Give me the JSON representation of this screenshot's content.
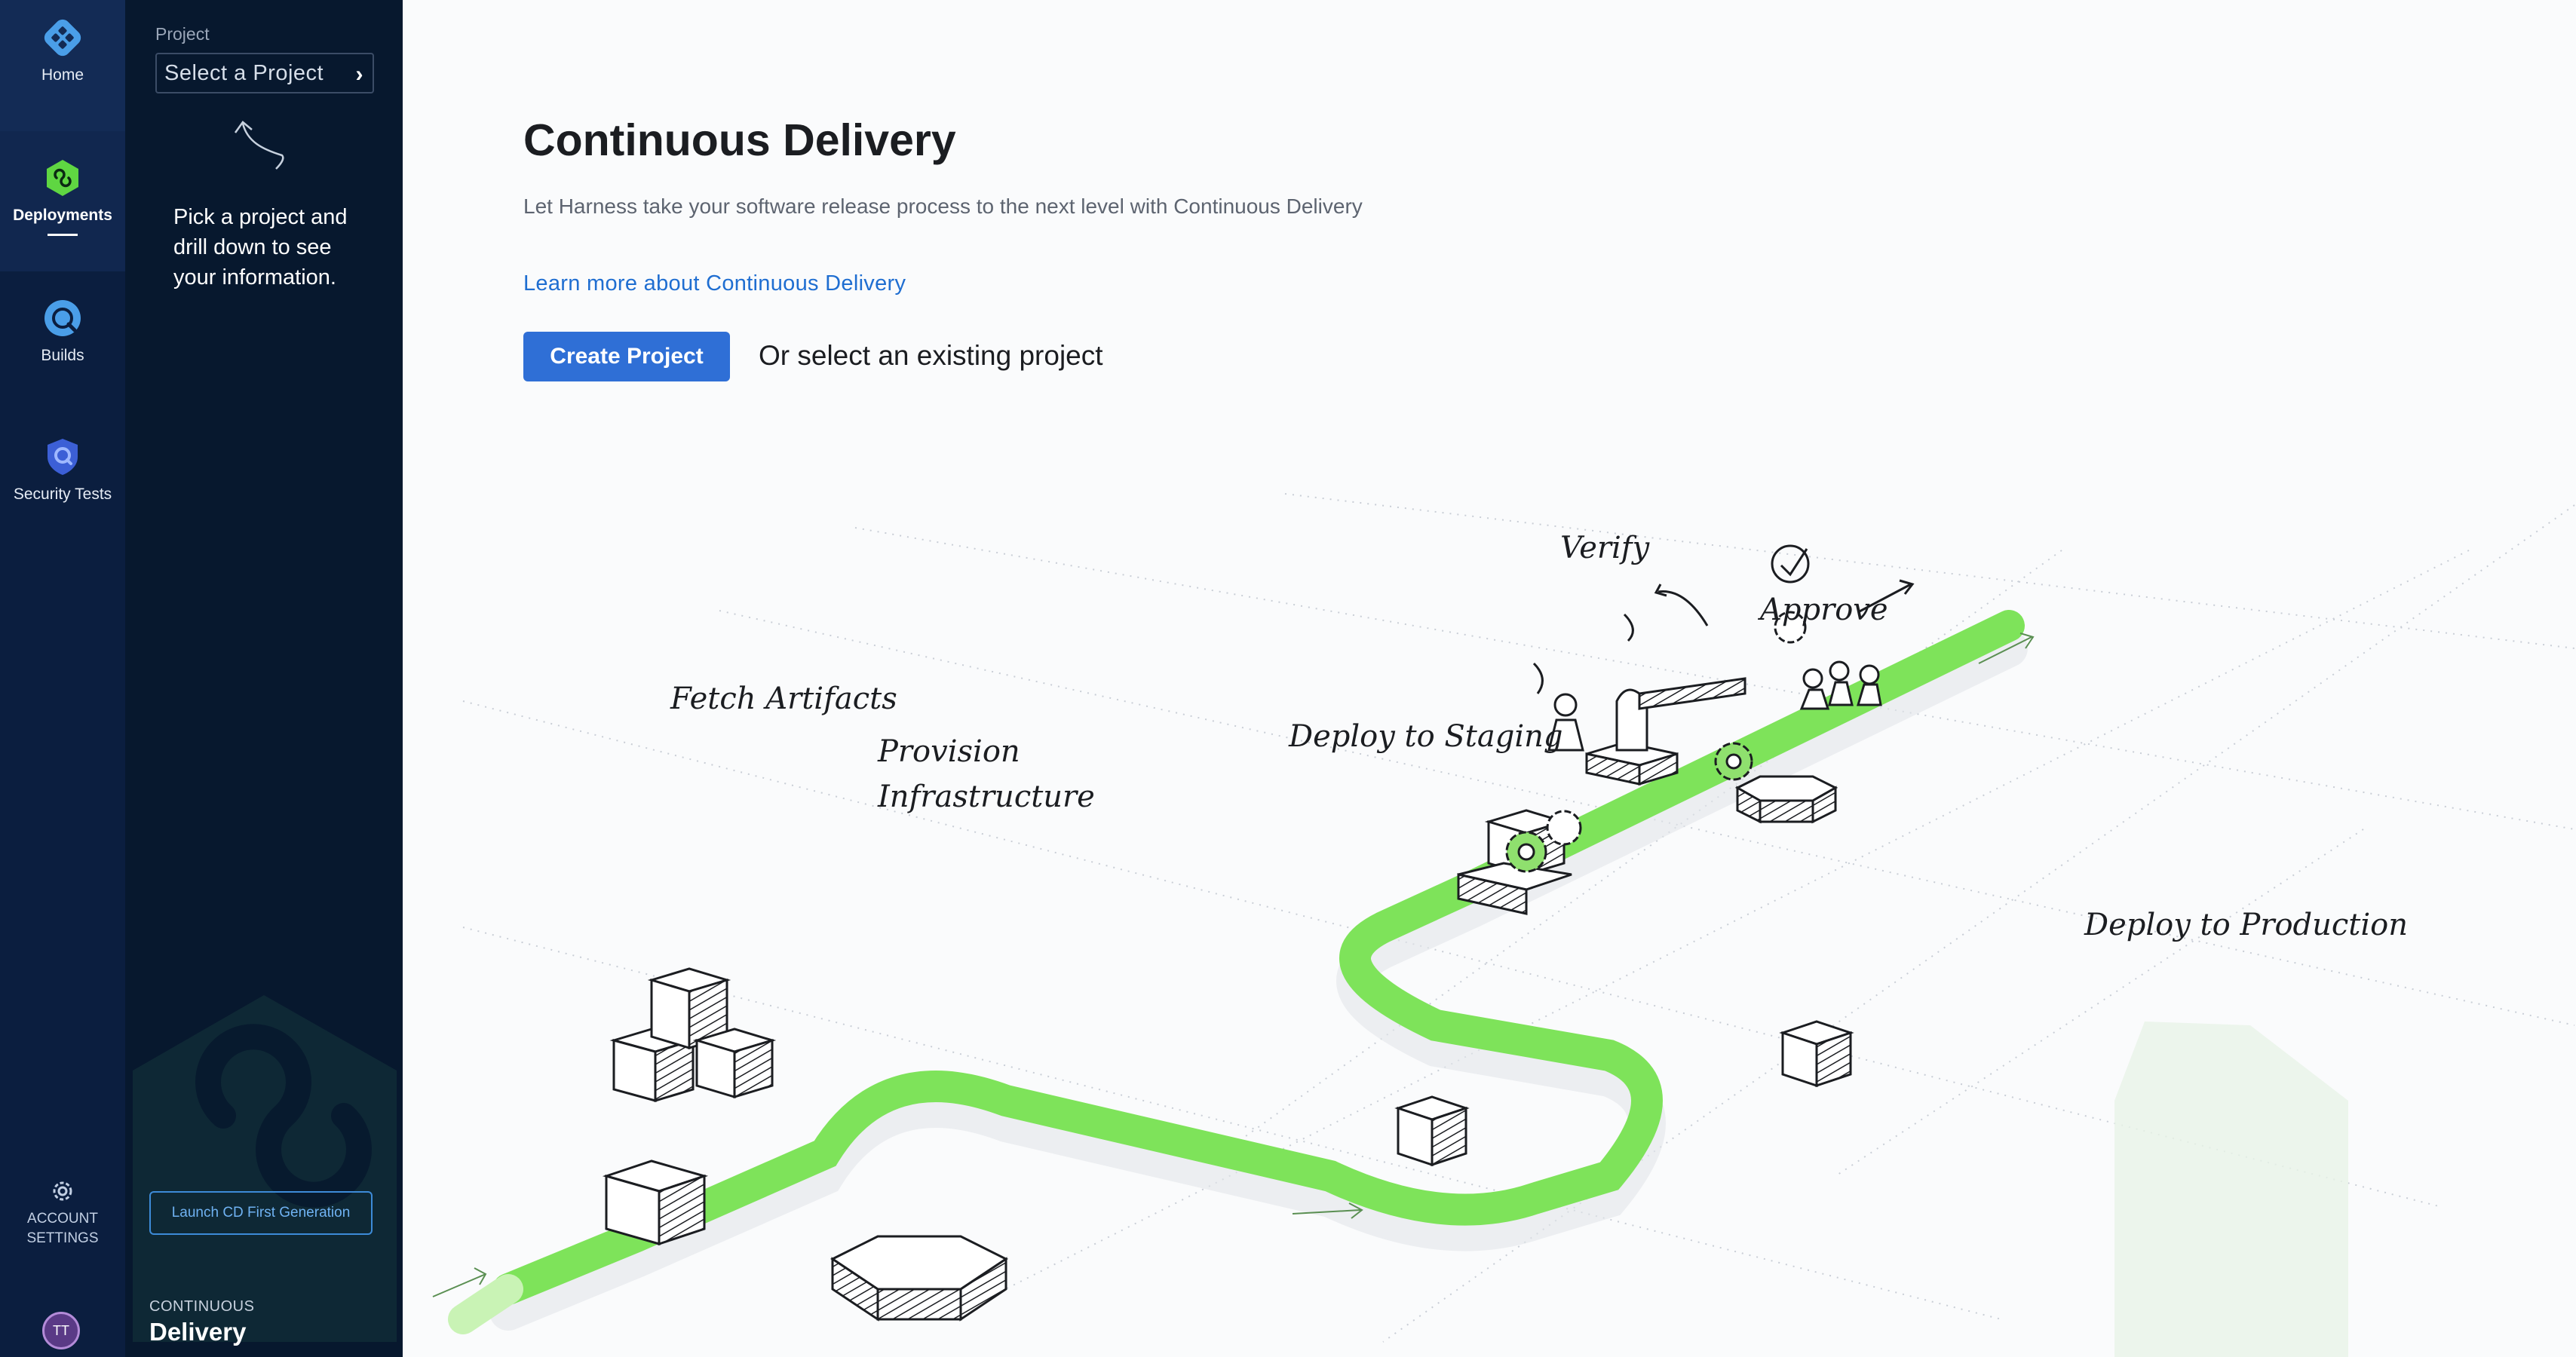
{
  "nav": {
    "home": {
      "label": "Home",
      "icon": "harness-logo-icon"
    },
    "deployments": {
      "label": "Deployments",
      "icon": "deployments-icon",
      "active": true
    },
    "builds": {
      "label": "Builds",
      "icon": "builds-icon"
    },
    "security": {
      "label": "Security Tests",
      "icon": "security-shield-icon"
    },
    "account": {
      "label_line1": "ACCOUNT",
      "label_line2": "SETTINGS",
      "icon": "gear-icon"
    },
    "avatar": {
      "initials": "TT"
    }
  },
  "sidebar": {
    "project_label": "Project",
    "project_select_placeholder": "Select a Project",
    "hint": "Pick a project and drill down to see your information.",
    "launch_button": "Launch CD First Generation",
    "module_kicker": "CONTINUOUS",
    "module_name": "Delivery"
  },
  "main": {
    "title": "Continuous Delivery",
    "description": "Let Harness take your software release process to the next level with Continuous Delivery",
    "learn_link": "Learn more about Continuous Delivery",
    "create_button": "Create Project",
    "or_text": "Or select an existing project"
  },
  "illustration": {
    "labels": {
      "fetch": "Fetch Artifacts",
      "provision1": "Provision",
      "provision2": "Infrastructure",
      "staging": "Deploy to Staging",
      "approve": "Approve",
      "verify": "Verify",
      "production": "Deploy to Production"
    }
  },
  "colors": {
    "nav_bg": "#0b1e3f",
    "sidebar_bg": "#07182e",
    "primary": "#2f6fd6",
    "link": "#1f6ed1",
    "pipeline_green": "#7ee35a"
  }
}
